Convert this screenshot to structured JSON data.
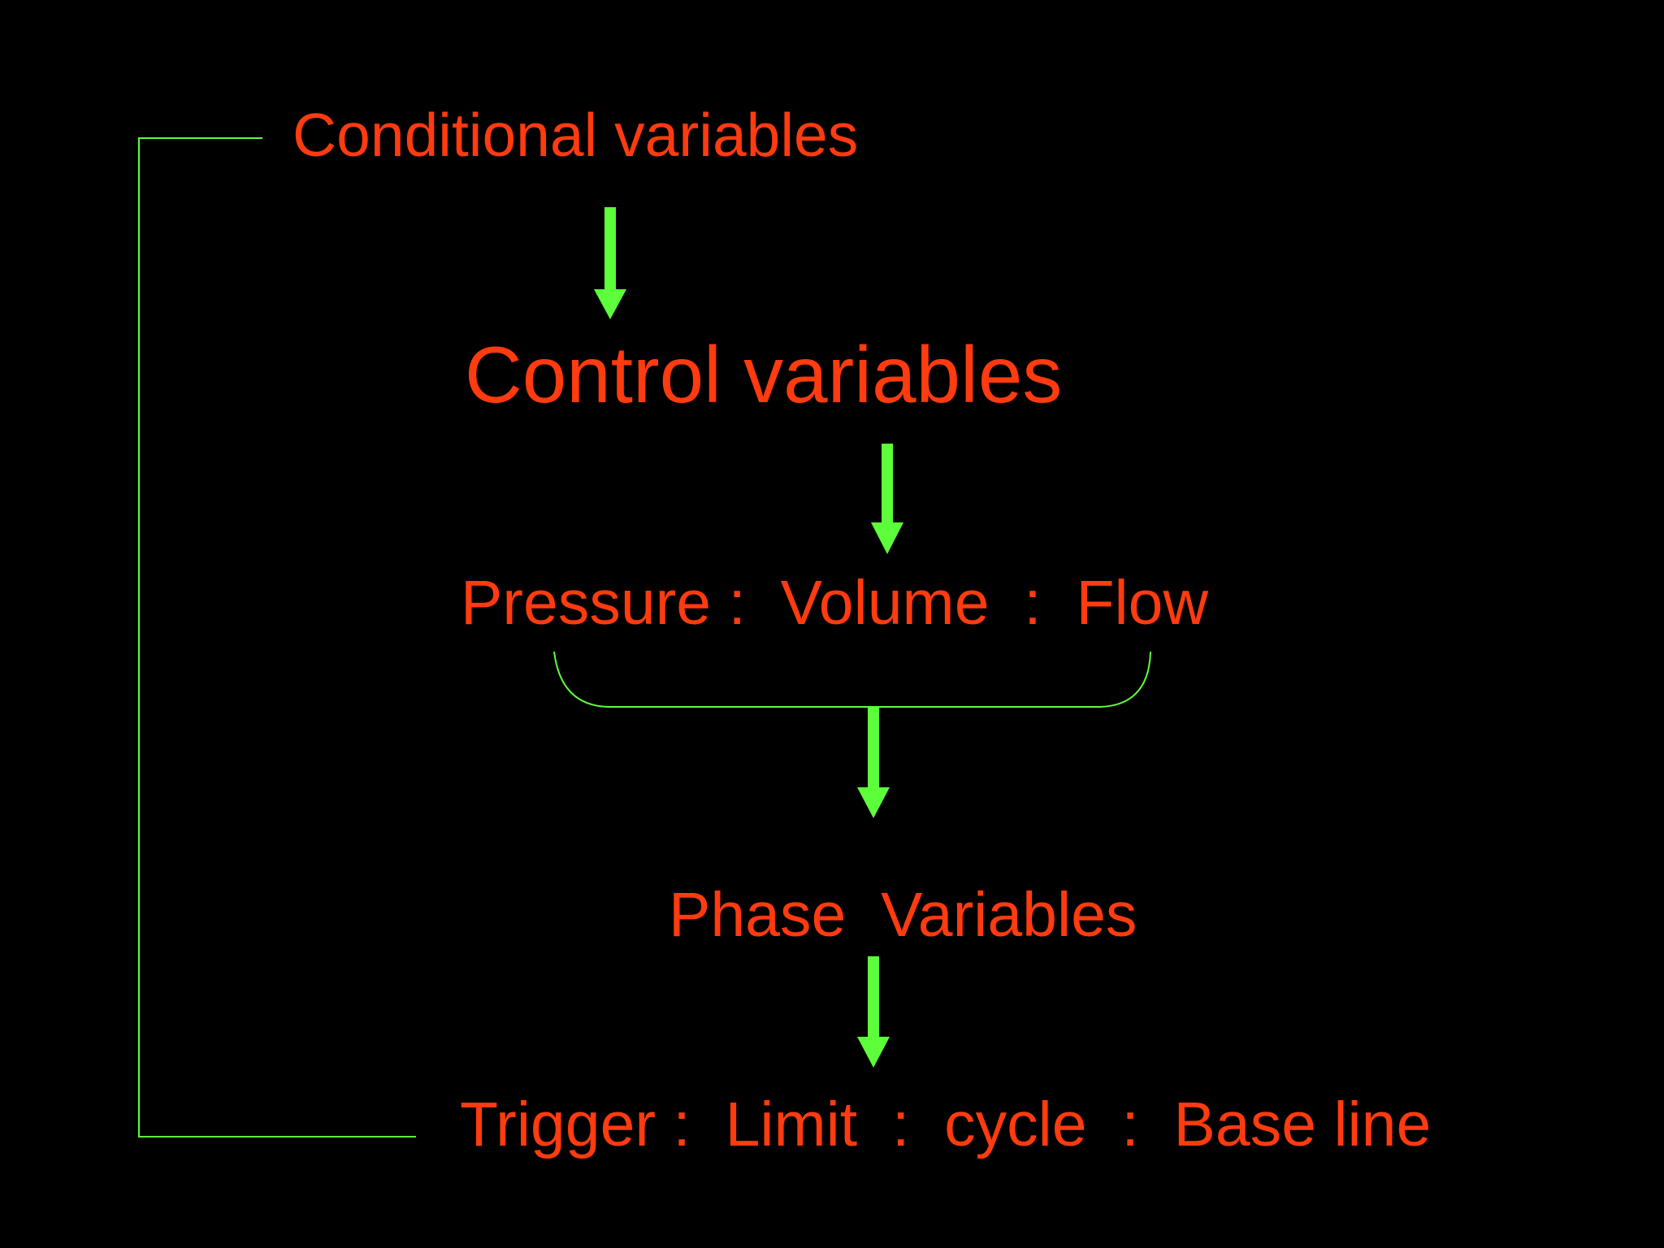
{
  "colors": {
    "background": "#000000",
    "text": "#ff3b0f",
    "connector": "#5cff3a",
    "arrow": "#5cff3a"
  },
  "labels": {
    "conditional": "Conditional variables",
    "control": "Control variables",
    "pressure_volume_flow": "Pressure :  Volume  :  Flow",
    "phase": "Phase  Variables",
    "trigger_line": "Trigger :  Limit  :  cycle  :  Base line"
  }
}
